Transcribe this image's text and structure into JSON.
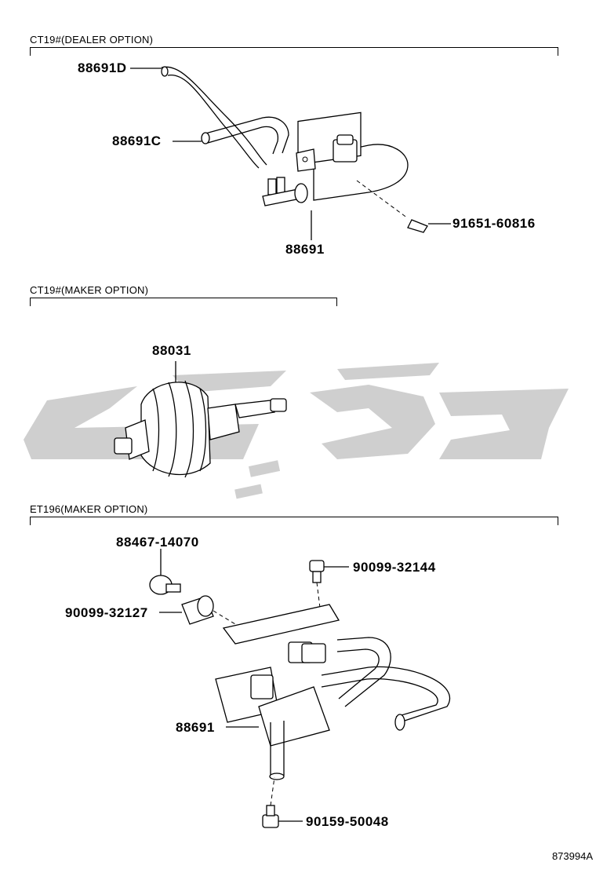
{
  "sections": [
    {
      "title": "CT19#(DEALER OPTION)"
    },
    {
      "title": "CT19#(MAKER OPTION)"
    },
    {
      "title": "ET196(MAKER OPTION)"
    }
  ],
  "parts": {
    "p88691D": "88691D",
    "p88691C": "88691C",
    "p88691_top": "88691",
    "p91651": "91651-60816",
    "p88031": "88031",
    "p88467": "88467-14070",
    "p90099_32144": "90099-32144",
    "p90099_32127": "90099-32127",
    "p88691_bottom": "88691",
    "p90159": "90159-50048"
  },
  "diagram_code": "873994A",
  "watermark_color": "#cfcfcf"
}
